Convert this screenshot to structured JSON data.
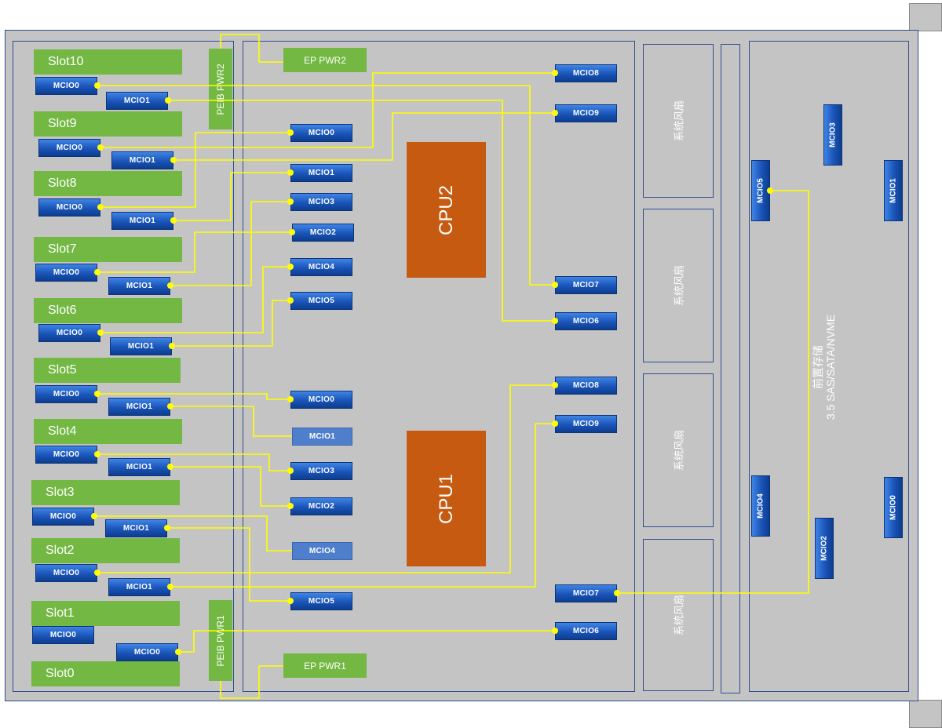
{
  "colors": {
    "chassis": "#c4c4c4",
    "border": "#2e4f8c",
    "slot": "#72b842",
    "cpu": "#c65a11",
    "mcio": "#1a54b8",
    "wire": "#ffff00"
  },
  "slots": [
    "Slot10",
    "Slot9",
    "Slot8",
    "Slot7",
    "Slot6",
    "Slot5",
    "Slot4",
    "Slot3",
    "Slot2",
    "Slot1",
    "Slot0"
  ],
  "power": {
    "peib_pwr2": "PEIB PWR2",
    "peib_pwr1": "PEIB PWR1",
    "ep_pwr2": "EP PWR2",
    "ep_pwr1": "EP PWR1"
  },
  "mcio": {
    "m0": "MCIO0",
    "m1": "MCIO1",
    "m2": "MCIO2",
    "m3": "MCIO3",
    "m4": "MCIO4",
    "m5": "MCIO5",
    "m6": "MCIO6",
    "m7": "MCIO7",
    "m8": "MCIO8",
    "m9": "MCIO9"
  },
  "cpus": {
    "cpu2": "CPU2",
    "cpu1": "CPU1"
  },
  "fan_label": "系统风扇",
  "storage": {
    "line1": "前置存储",
    "line2": "3.5 SAS/SATA/NVME"
  }
}
